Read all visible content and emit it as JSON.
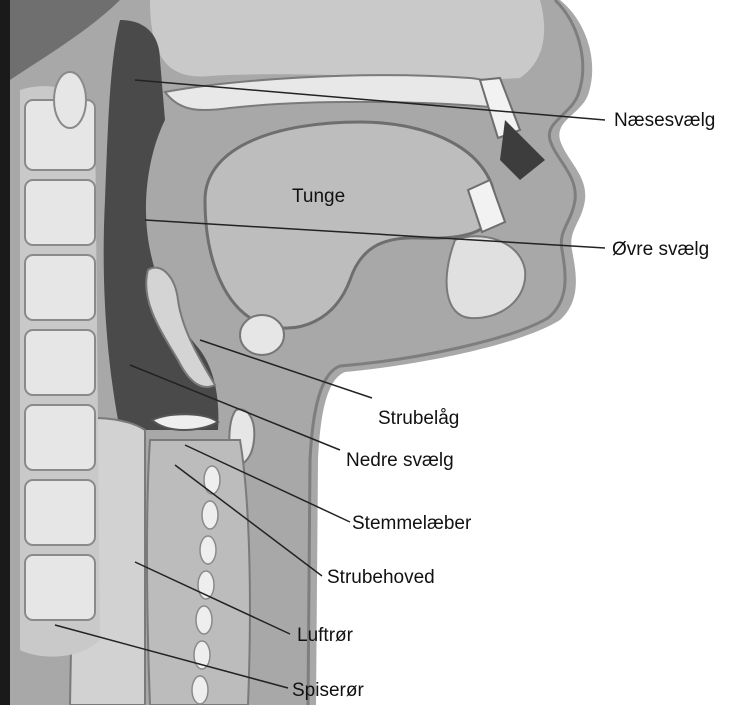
{
  "labels": {
    "naesesvaelg": "Næsesvælg",
    "tunge": "Tunge",
    "ovre_svaelg": "Øvre svælg",
    "strubelaag": "Strubelåg",
    "nedre_svaelg": "Nedre svælg",
    "stemmelaeber": "Stemmelæber",
    "strubehoved": "Strubehoved",
    "luftroer": "Luftrør",
    "spiseroer": "Spiserør"
  },
  "colors": {
    "background": "#ffffff",
    "skin": "#9c9c9c",
    "tissue_dark": "#4a4a4a",
    "tissue_mid": "#a8a8a8",
    "tissue_light": "#c9c9c9",
    "bone": "#e8e8e8",
    "line": "#222222"
  }
}
